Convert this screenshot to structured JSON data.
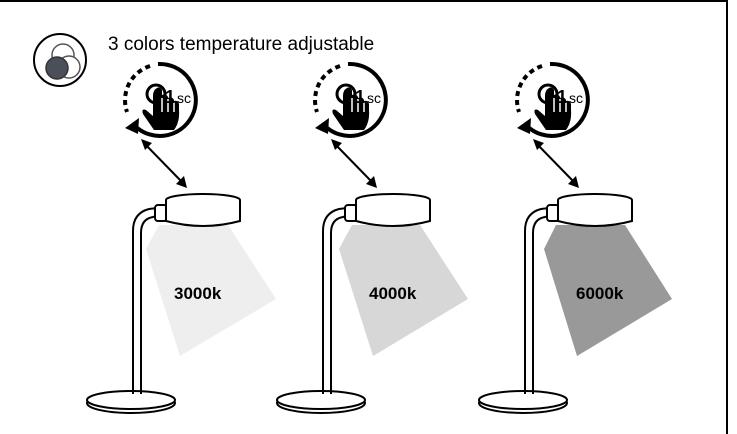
{
  "header": {
    "title": "3 colors temperature adjustable",
    "icon": "three-circles-color-icon"
  },
  "touch": {
    "label": "1",
    "unit": "sc",
    "icon": "touch-hand-icon"
  },
  "lamps": [
    {
      "temperature_label": "3000k",
      "light_color": "#eeeeee"
    },
    {
      "temperature_label": "4000k",
      "light_color": "#d7d7d7"
    },
    {
      "temperature_label": "6000k",
      "light_color": "#999999"
    }
  ]
}
